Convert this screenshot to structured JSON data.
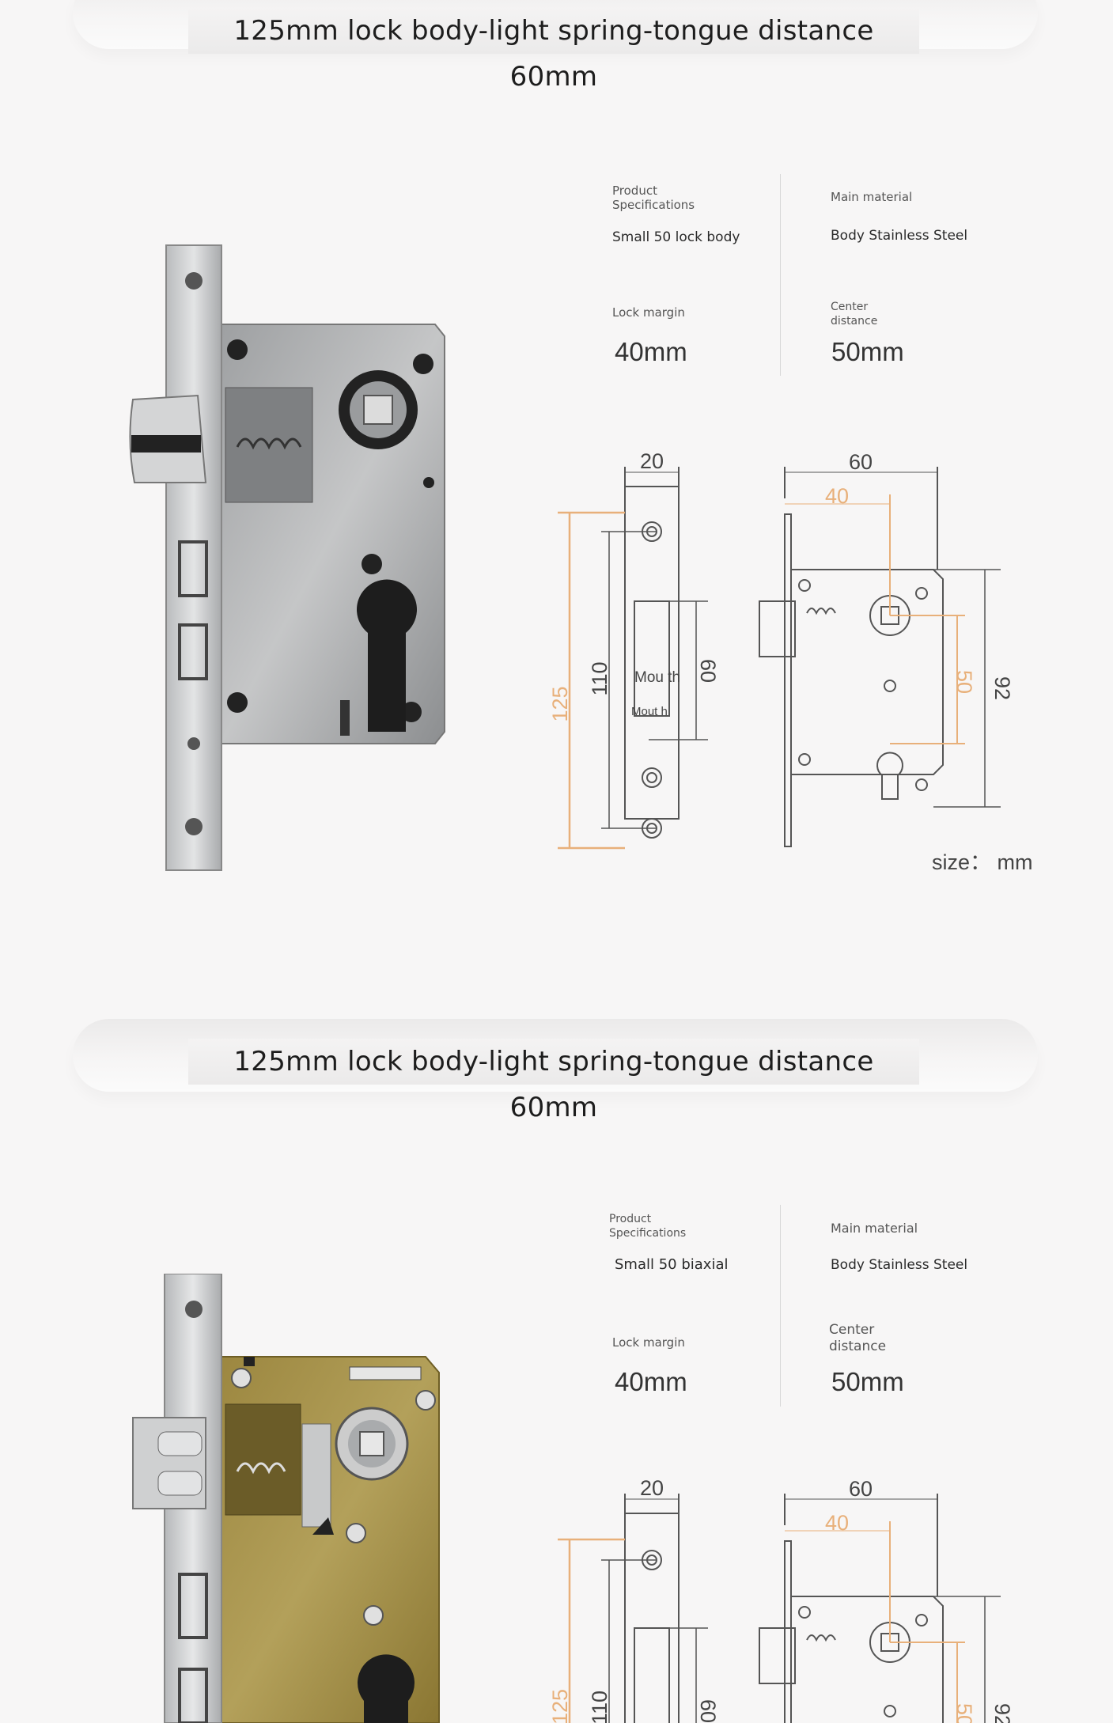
{
  "sections": [
    {
      "title": "125mm lock body-light spring-tongue distance 60mm",
      "spec_product_label": "Product Specifications",
      "spec_product_value": "Small 50 lock body",
      "spec_material_label": "Main material",
      "spec_material_value": "Body Stainless Steel",
      "spec_margin_label": "Lock margin",
      "spec_margin_value": "40mm",
      "spec_center_label": "Center distance",
      "spec_center_value": "50mm",
      "size_note": "size： mm",
      "body_color": "#8a8c8e"
    },
    {
      "title": "125mm lock body-light spring-tongue distance 60mm",
      "spec_product_label": "Product Specifications",
      "spec_product_value": "Small 50 biaxial",
      "spec_material_label": "Main material",
      "spec_material_value": "Body Stainless Steel",
      "spec_margin_label": "Lock margin",
      "spec_margin_value": "40mm",
      "spec_center_label": "Center distance",
      "spec_center_value": "50mm",
      "body_color": "#8f7c3a"
    }
  ],
  "drawing": {
    "width_front": "20",
    "height_total": "125",
    "hole_spacing": "110",
    "latch_height": "60",
    "mouth_label_1": "Mou th",
    "mouth_label_2": "Mout h",
    "width_side": "60",
    "backset": "40",
    "center_distance": "50",
    "height_case": "92"
  },
  "colors": {
    "accent_orange": "#e8b07a"
  }
}
